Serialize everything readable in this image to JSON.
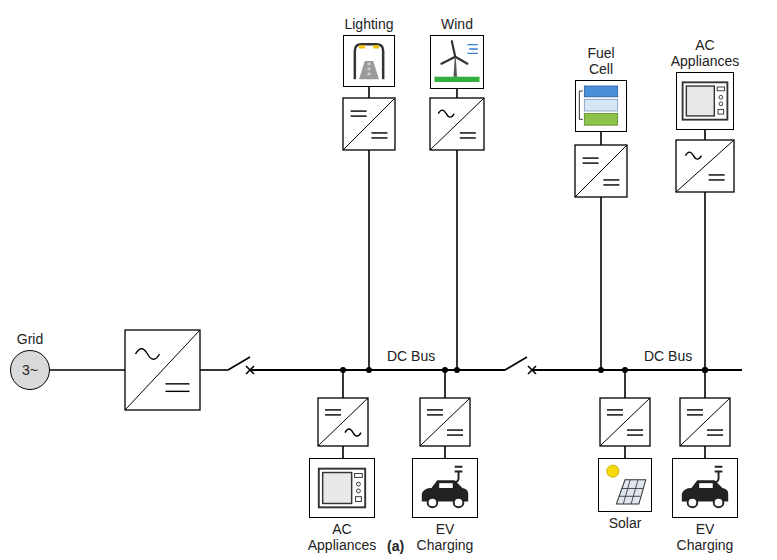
{
  "diagram": {
    "caption": "(a)",
    "nodes": [
      {
        "text": [
          "Grid",
          "3~"
        ]
      },
      {
        "text": [
          "Lighting"
        ]
      },
      {
        "text": [
          "Wind"
        ]
      },
      {
        "text": [
          "Fuel Cell"
        ]
      },
      {
        "text": [
          "AC Appliances"
        ]
      },
      {
        "text": [
          "AC Appliances"
        ]
      },
      {
        "text": [
          "EV Charging"
        ]
      },
      {
        "text": [
          "Solar"
        ]
      },
      {
        "text": [
          "EV Charging"
        ]
      }
    ],
    "labels": [
      "DC Bus",
      "DC Bus"
    ]
  }
}
